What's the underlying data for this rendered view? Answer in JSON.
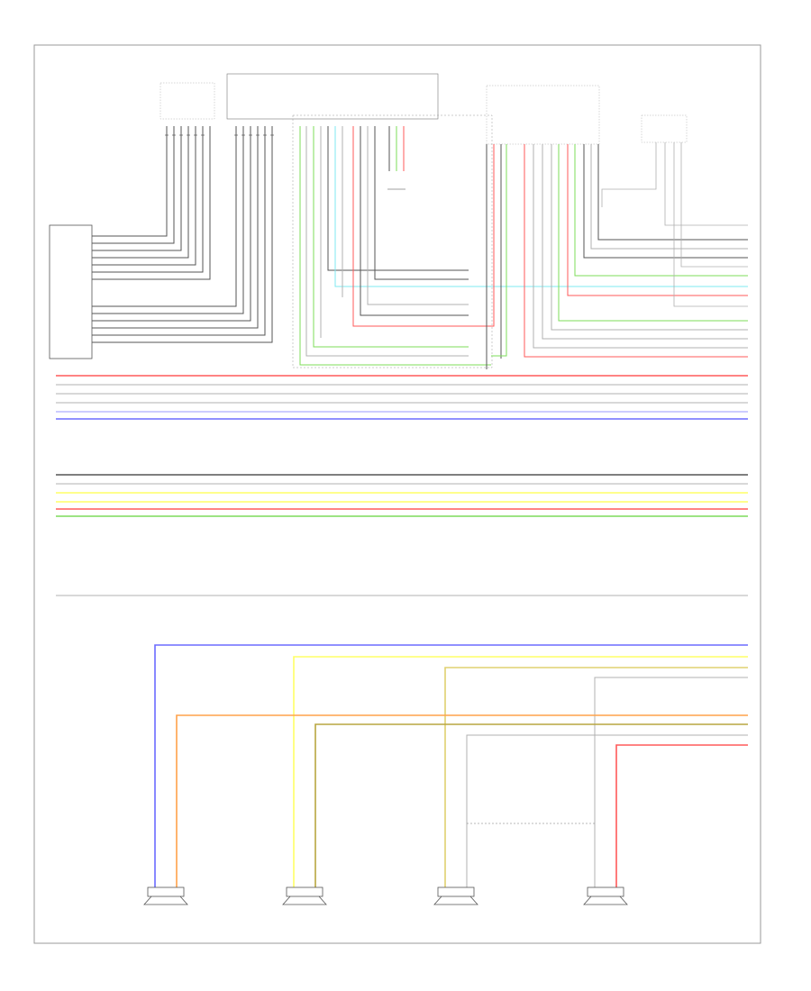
{
  "diagram": {
    "colors": {
      "frame": "#9a9a9a",
      "wire_dark": "#555555",
      "wire_gray": "#b0b0b0",
      "red": "#ff5a5a",
      "cyan": "#7fe8f0",
      "green": "#7ddc5a",
      "blue": "#6b6bff",
      "yellow": "#ffff66",
      "orange": "#ffa24a",
      "olive": "#b8a640",
      "pink": "#ffb0b0"
    },
    "components": [
      {
        "id": "left-module",
        "kind": "module"
      },
      {
        "id": "connector-a",
        "kind": "connector"
      },
      {
        "id": "main-unit",
        "kind": "module"
      },
      {
        "id": "connector-b",
        "kind": "connector"
      },
      {
        "id": "connector-c",
        "kind": "connector"
      },
      {
        "id": "speaker-1",
        "kind": "speaker"
      },
      {
        "id": "speaker-2",
        "kind": "speaker"
      },
      {
        "id": "speaker-3",
        "kind": "speaker"
      },
      {
        "id": "speaker-4",
        "kind": "speaker"
      }
    ]
  }
}
